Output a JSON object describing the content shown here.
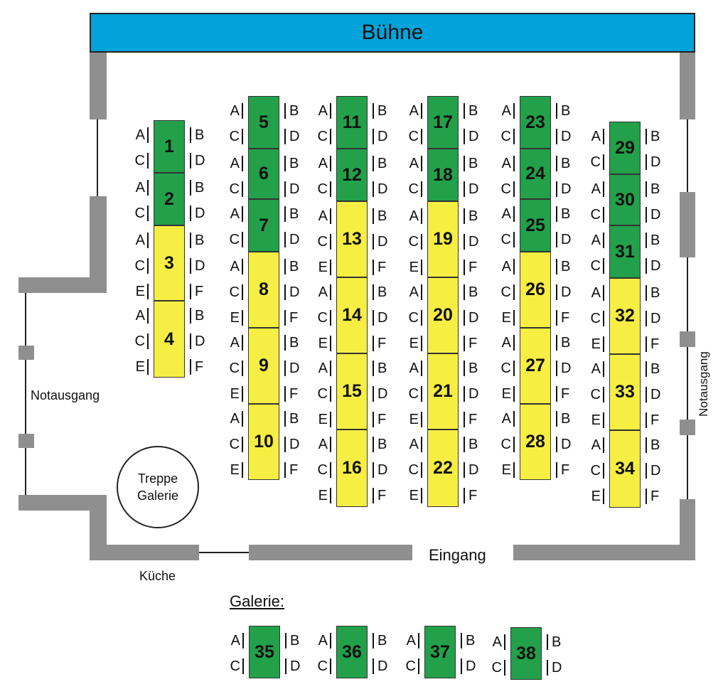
{
  "stage_label": "Bühne",
  "labels": {
    "emergency_exit_left": "Notausgang",
    "emergency_exit_right": "Notausgang",
    "entrance": "Eingang",
    "kitchen": "Küche",
    "stairs_line1": "Treppe",
    "stairs_line2": "Galerie",
    "gallery_title": "Galerie:"
  },
  "colors": {
    "stage": "#00a3d9",
    "reserved": "#22a14a",
    "free": "#f7ee44",
    "wall": "#8f8f8f"
  },
  "legend_colors_meaning": "table fill color",
  "tables": [
    {
      "num": "1",
      "seats": [
        "A",
        "B",
        "C",
        "D"
      ],
      "color": "green"
    },
    {
      "num": "2",
      "seats": [
        "A",
        "B",
        "C",
        "D"
      ],
      "color": "green"
    },
    {
      "num": "3",
      "seats": [
        "A",
        "B",
        "C",
        "D",
        "E",
        "F"
      ],
      "color": "yellow"
    },
    {
      "num": "4",
      "seats": [
        "A",
        "B",
        "C",
        "D",
        "E",
        "F"
      ],
      "color": "yellow"
    },
    {
      "num": "5",
      "seats": [
        "A",
        "B",
        "C",
        "D"
      ],
      "color": "green"
    },
    {
      "num": "6",
      "seats": [
        "A",
        "B",
        "C",
        "D"
      ],
      "color": "green"
    },
    {
      "num": "7",
      "seats": [
        "A",
        "B",
        "C",
        "D"
      ],
      "color": "green"
    },
    {
      "num": "8",
      "seats": [
        "A",
        "B",
        "C",
        "D",
        "E",
        "F"
      ],
      "color": "yellow"
    },
    {
      "num": "9",
      "seats": [
        "A",
        "B",
        "C",
        "D",
        "E",
        "F"
      ],
      "color": "yellow"
    },
    {
      "num": "10",
      "seats": [
        "A",
        "B",
        "C",
        "D",
        "E",
        "F"
      ],
      "color": "yellow"
    },
    {
      "num": "11",
      "seats": [
        "A",
        "B",
        "C",
        "D"
      ],
      "color": "green"
    },
    {
      "num": "12",
      "seats": [
        "A",
        "B",
        "C",
        "D"
      ],
      "color": "green"
    },
    {
      "num": "13",
      "seats": [
        "A",
        "B",
        "C",
        "D",
        "E",
        "F"
      ],
      "color": "yellow"
    },
    {
      "num": "14",
      "seats": [
        "A",
        "B",
        "C",
        "D",
        "E",
        "F"
      ],
      "color": "yellow"
    },
    {
      "num": "15",
      "seats": [
        "A",
        "B",
        "C",
        "D",
        "E",
        "F"
      ],
      "color": "yellow"
    },
    {
      "num": "16",
      "seats": [
        "A",
        "B",
        "C",
        "D",
        "E",
        "F"
      ],
      "color": "yellow"
    },
    {
      "num": "17",
      "seats": [
        "A",
        "B",
        "C",
        "D"
      ],
      "color": "green"
    },
    {
      "num": "18",
      "seats": [
        "A",
        "B",
        "C",
        "D"
      ],
      "color": "green"
    },
    {
      "num": "19",
      "seats": [
        "A",
        "B",
        "C",
        "D",
        "E",
        "F"
      ],
      "color": "yellow"
    },
    {
      "num": "20",
      "seats": [
        "A",
        "B",
        "C",
        "D",
        "E",
        "F"
      ],
      "color": "yellow"
    },
    {
      "num": "21",
      "seats": [
        "A",
        "B",
        "C",
        "D",
        "E",
        "F"
      ],
      "color": "yellow"
    },
    {
      "num": "22",
      "seats": [
        "A",
        "B",
        "C",
        "D",
        "E",
        "F"
      ],
      "color": "yellow"
    },
    {
      "num": "23",
      "seats": [
        "A",
        "B",
        "C",
        "D"
      ],
      "color": "green"
    },
    {
      "num": "24",
      "seats": [
        "A",
        "B",
        "C",
        "D"
      ],
      "color": "green"
    },
    {
      "num": "25",
      "seats": [
        "A",
        "B",
        "C",
        "D"
      ],
      "color": "green"
    },
    {
      "num": "26",
      "seats": [
        "A",
        "B",
        "C",
        "D",
        "E",
        "F"
      ],
      "color": "yellow"
    },
    {
      "num": "27",
      "seats": [
        "A",
        "B",
        "C",
        "D",
        "E",
        "F"
      ],
      "color": "yellow"
    },
    {
      "num": "28",
      "seats": [
        "A",
        "B",
        "C",
        "D",
        "E",
        "F"
      ],
      "color": "yellow"
    },
    {
      "num": "29",
      "seats": [
        "A",
        "B",
        "C",
        "D"
      ],
      "color": "green"
    },
    {
      "num": "30",
      "seats": [
        "A",
        "B",
        "C",
        "D"
      ],
      "color": "green"
    },
    {
      "num": "31",
      "seats": [
        "A",
        "B",
        "C",
        "D"
      ],
      "color": "green"
    },
    {
      "num": "32",
      "seats": [
        "A",
        "B",
        "C",
        "D",
        "E",
        "F"
      ],
      "color": "yellow"
    },
    {
      "num": "33",
      "seats": [
        "A",
        "B",
        "C",
        "D",
        "E",
        "F"
      ],
      "color": "yellow"
    },
    {
      "num": "34",
      "seats": [
        "A",
        "B",
        "C",
        "D",
        "E",
        "F"
      ],
      "color": "yellow"
    },
    {
      "num": "35",
      "seats": [
        "A",
        "B",
        "C",
        "D"
      ],
      "color": "green"
    },
    {
      "num": "36",
      "seats": [
        "A",
        "B",
        "C",
        "D"
      ],
      "color": "green"
    },
    {
      "num": "37",
      "seats": [
        "A",
        "B",
        "C",
        "D"
      ],
      "color": "green"
    },
    {
      "num": "38",
      "seats": [
        "A",
        "B",
        "C",
        "D"
      ],
      "color": "green"
    }
  ]
}
